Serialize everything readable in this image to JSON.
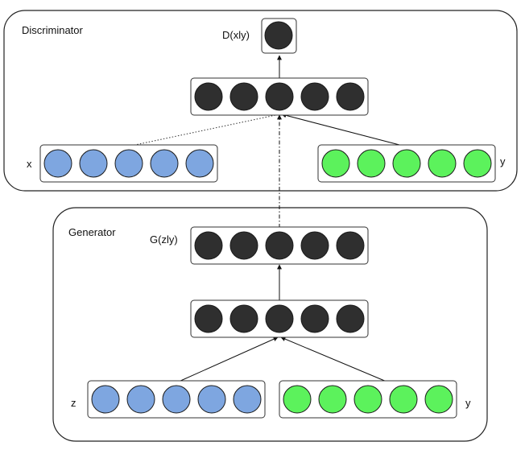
{
  "discriminator": {
    "title": "Discriminator",
    "output_label": "D(xly)",
    "input_x_label": "x",
    "input_y_label": "y"
  },
  "generator": {
    "title": "Generator",
    "output_label": "G(zly)",
    "input_z_label": "z",
    "input_y_label": "y"
  },
  "colors": {
    "hidden_unit": "#2f2f2f",
    "x_unit": "#7ea6e0",
    "y_unit": "#5cf25c",
    "panel_border": "#222222",
    "layer_border": "#333333",
    "edge": "#111111"
  },
  "layers": {
    "discriminator_output_units": 1,
    "discriminator_hidden_units": 5,
    "discriminator_x_units": 5,
    "discriminator_y_units": 5,
    "generator_output_units": 5,
    "generator_hidden_units": 5,
    "generator_z_units": 5,
    "generator_y_units": 5
  }
}
